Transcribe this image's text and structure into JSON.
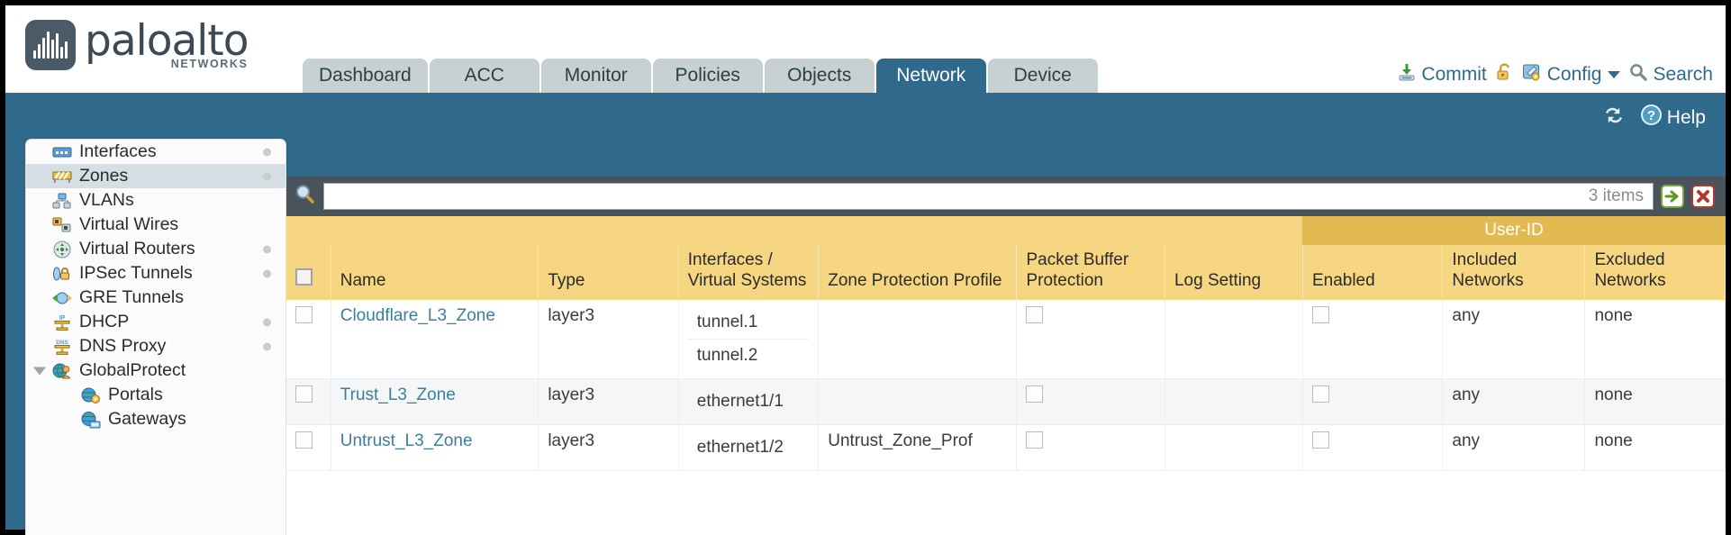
{
  "brand": {
    "name": "paloalto",
    "tagline": "NETWORKS",
    "registered": "®"
  },
  "nav": {
    "tabs": [
      {
        "label": "Dashboard",
        "active": false
      },
      {
        "label": "ACC",
        "active": false
      },
      {
        "label": "Monitor",
        "active": false
      },
      {
        "label": "Policies",
        "active": false
      },
      {
        "label": "Objects",
        "active": false
      },
      {
        "label": "Network",
        "active": true
      },
      {
        "label": "Device",
        "active": false
      }
    ]
  },
  "topactions": {
    "commit": "Commit",
    "lock_icon": "padlock-icon",
    "config": "Config",
    "search": "Search"
  },
  "helprow": {
    "refresh_icon": "refresh-icon",
    "help": "Help"
  },
  "sidebar": {
    "items": [
      {
        "label": "Interfaces",
        "icon": "interfaces-icon",
        "dot": true,
        "selected": false,
        "child": false,
        "twisty": false
      },
      {
        "label": "Zones",
        "icon": "zones-icon",
        "dot": true,
        "selected": true,
        "child": false,
        "twisty": false
      },
      {
        "label": "VLANs",
        "icon": "vlans-icon",
        "dot": false,
        "selected": false,
        "child": false,
        "twisty": false
      },
      {
        "label": "Virtual Wires",
        "icon": "virtual-wires-icon",
        "dot": false,
        "selected": false,
        "child": false,
        "twisty": false
      },
      {
        "label": "Virtual Routers",
        "icon": "virtual-routers-icon",
        "dot": true,
        "selected": false,
        "child": false,
        "twisty": false
      },
      {
        "label": "IPSec Tunnels",
        "icon": "ipsec-tunnels-icon",
        "dot": true,
        "selected": false,
        "child": false,
        "twisty": false
      },
      {
        "label": "GRE Tunnels",
        "icon": "gre-tunnels-icon",
        "dot": false,
        "selected": false,
        "child": false,
        "twisty": false
      },
      {
        "label": "DHCP",
        "icon": "dhcp-icon",
        "dot": true,
        "selected": false,
        "child": false,
        "twisty": false
      },
      {
        "label": "DNS Proxy",
        "icon": "dns-proxy-icon",
        "dot": true,
        "selected": false,
        "child": false,
        "twisty": false
      },
      {
        "label": "GlobalProtect",
        "icon": "globalprotect-icon",
        "dot": false,
        "selected": false,
        "child": false,
        "twisty": true
      },
      {
        "label": "Portals",
        "icon": "portals-icon",
        "dot": false,
        "selected": false,
        "child": true,
        "twisty": false
      },
      {
        "label": "Gateways",
        "icon": "gateways-icon",
        "dot": false,
        "selected": false,
        "child": true,
        "twisty": false
      }
    ]
  },
  "search": {
    "icon": "search-magnifier-icon",
    "value": "",
    "placeholder": "",
    "item_count": "3 items",
    "apply_icon": "apply-arrow-icon",
    "clear_icon": "clear-x-icon"
  },
  "table": {
    "group_header": {
      "label": "User-ID",
      "span": 3
    },
    "columns": [
      "Name",
      "Type",
      "Interfaces / Virtual Systems",
      "Zone Protection Profile",
      "Packet Buffer Protection",
      "Log Setting",
      "Enabled",
      "Included Networks",
      "Excluded Networks"
    ],
    "rows": [
      {
        "selected": false,
        "name": "Cloudflare_L3_Zone",
        "type": "layer3",
        "interfaces": [
          "tunnel.1",
          "tunnel.2"
        ],
        "zone_protection_profile": "",
        "packet_buffer_protection": false,
        "log_setting": "",
        "userid_enabled": false,
        "included_networks": "any",
        "excluded_networks": "none"
      },
      {
        "selected": false,
        "name": "Trust_L3_Zone",
        "type": "layer3",
        "interfaces": [
          "ethernet1/1"
        ],
        "zone_protection_profile": "",
        "packet_buffer_protection": false,
        "log_setting": "",
        "userid_enabled": false,
        "included_networks": "any",
        "excluded_networks": "none"
      },
      {
        "selected": false,
        "name": "Untrust_L3_Zone",
        "type": "layer3",
        "interfaces": [
          "ethernet1/2"
        ],
        "zone_protection_profile": "Untrust_Zone_Prof",
        "packet_buffer_protection": false,
        "log_setting": "",
        "userid_enabled": false,
        "included_networks": "any",
        "excluded_networks": "none"
      }
    ]
  },
  "colors": {
    "brand_blue": "#2f6a8c",
    "tab_inactive": "#c7d1d2",
    "table_header": "#f7d681",
    "group_header": "#e3b951",
    "link": "#3b7f9e",
    "searchbar": "#48535b"
  }
}
